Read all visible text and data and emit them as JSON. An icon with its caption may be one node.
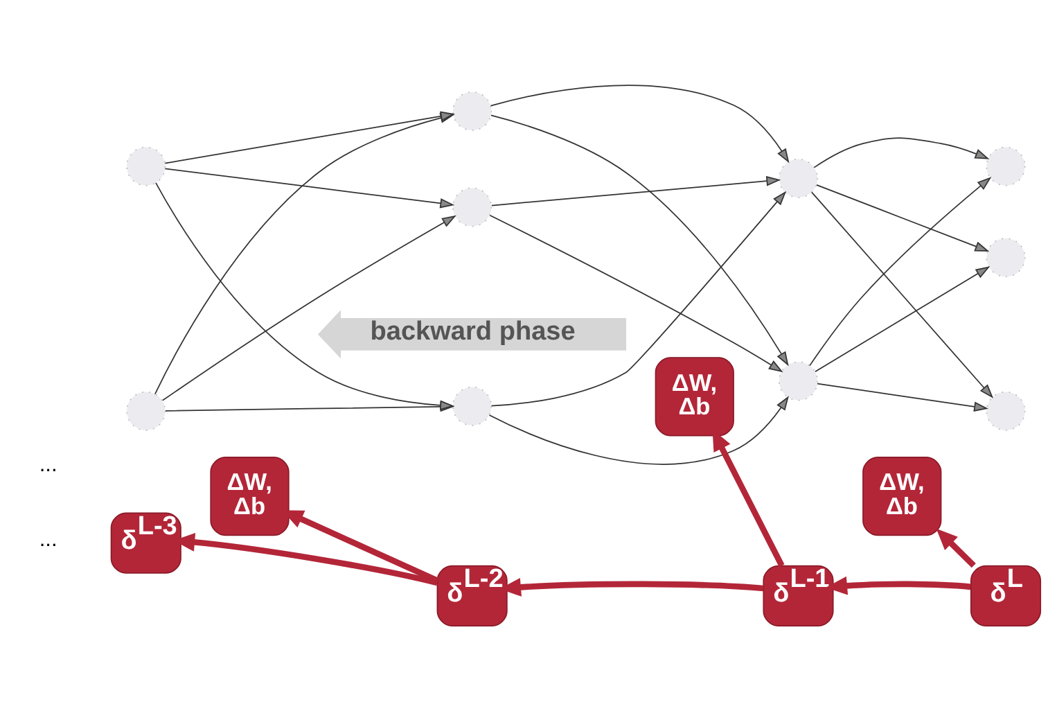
{
  "diagram": {
    "nodes": [
      {
        "text": [
          "backward phase"
        ]
      },
      {
        "text": [],
        "shape": "circle"
      },
      {
        "text": [],
        "shape": "circle"
      },
      {
        "text": [
          "ΔW, Δb"
        ]
      },
      {
        "text": [],
        "shape": "circle"
      },
      {
        "text": [],
        "shape": "circle"
      },
      {
        "text": [],
        "shape": "circle"
      },
      {
        "text": [
          "ΔW, Δb"
        ]
      },
      {
        "text": [],
        "shape": "circle"
      },
      {
        "text": [],
        "shape": "circle"
      },
      {
        "text": [
          "ΔW, Δb"
        ]
      },
      {
        "text": [],
        "shape": "circle"
      },
      {
        "text": [],
        "shape": "circle"
      },
      {
        "text": [],
        "shape": "circle"
      },
      {
        "text": [
          "δ$^{L-3}$"
        ]
      },
      {
        "text": [
          "δ$^{L-2}$"
        ]
      },
      {
        "text": [
          "δ$^{L-1}$"
        ]
      },
      {
        "text": [
          "δ$^{L}$"
        ]
      }
    ],
    "edges": [
      {
        "from": 1,
        "to": 4,
        "arrow": "to"
      },
      {
        "from": 1,
        "to": 5,
        "arrow": "to"
      },
      {
        "from": 1,
        "to": 6,
        "arrow": "to"
      },
      {
        "from": 2,
        "to": 4,
        "arrow": "to"
      },
      {
        "from": 2,
        "to": 5,
        "arrow": "to"
      },
      {
        "from": 2,
        "to": 6,
        "arrow": "to"
      },
      {
        "from": 4,
        "to": 8,
        "arrow": "to"
      },
      {
        "from": 4,
        "to": 9,
        "arrow": "to"
      },
      {
        "from": 5,
        "to": 8,
        "arrow": "to"
      },
      {
        "from": 5,
        "to": 9,
        "arrow": "to"
      },
      {
        "from": 6,
        "to": 8,
        "arrow": "to"
      },
      {
        "from": 6,
        "to": 9,
        "arrow": "to"
      },
      {
        "from": 8,
        "to": 11,
        "arrow": "to"
      },
      {
        "from": 8,
        "to": 12,
        "arrow": "to"
      },
      {
        "from": 8,
        "to": 13,
        "arrow": "to"
      },
      {
        "from": 9,
        "to": 11,
        "arrow": "to"
      },
      {
        "from": 9,
        "to": 12,
        "arrow": "to"
      },
      {
        "from": 9,
        "to": 13,
        "arrow": "to"
      },
      {
        "from": 17,
        "to": 16,
        "arrow": "to",
        "style": "thick",
        "color": "#b32638"
      },
      {
        "from": 16,
        "to": 15,
        "arrow": "to",
        "style": "thick",
        "color": "#b32638"
      },
      {
        "from": 15,
        "to": 14,
        "arrow": "to",
        "style": "thick",
        "color": "#b32638"
      },
      {
        "from": 15,
        "to": 3,
        "arrow": "to",
        "style": "thick",
        "color": "#b32638"
      },
      {
        "from": 16,
        "to": 7,
        "arrow": "to",
        "style": "thick",
        "color": "#b32638"
      },
      {
        "from": 17,
        "to": 10,
        "arrow": "to",
        "style": "thick",
        "color": "#b32638"
      }
    ],
    "labels": [
      "...",
      "..."
    ]
  }
}
